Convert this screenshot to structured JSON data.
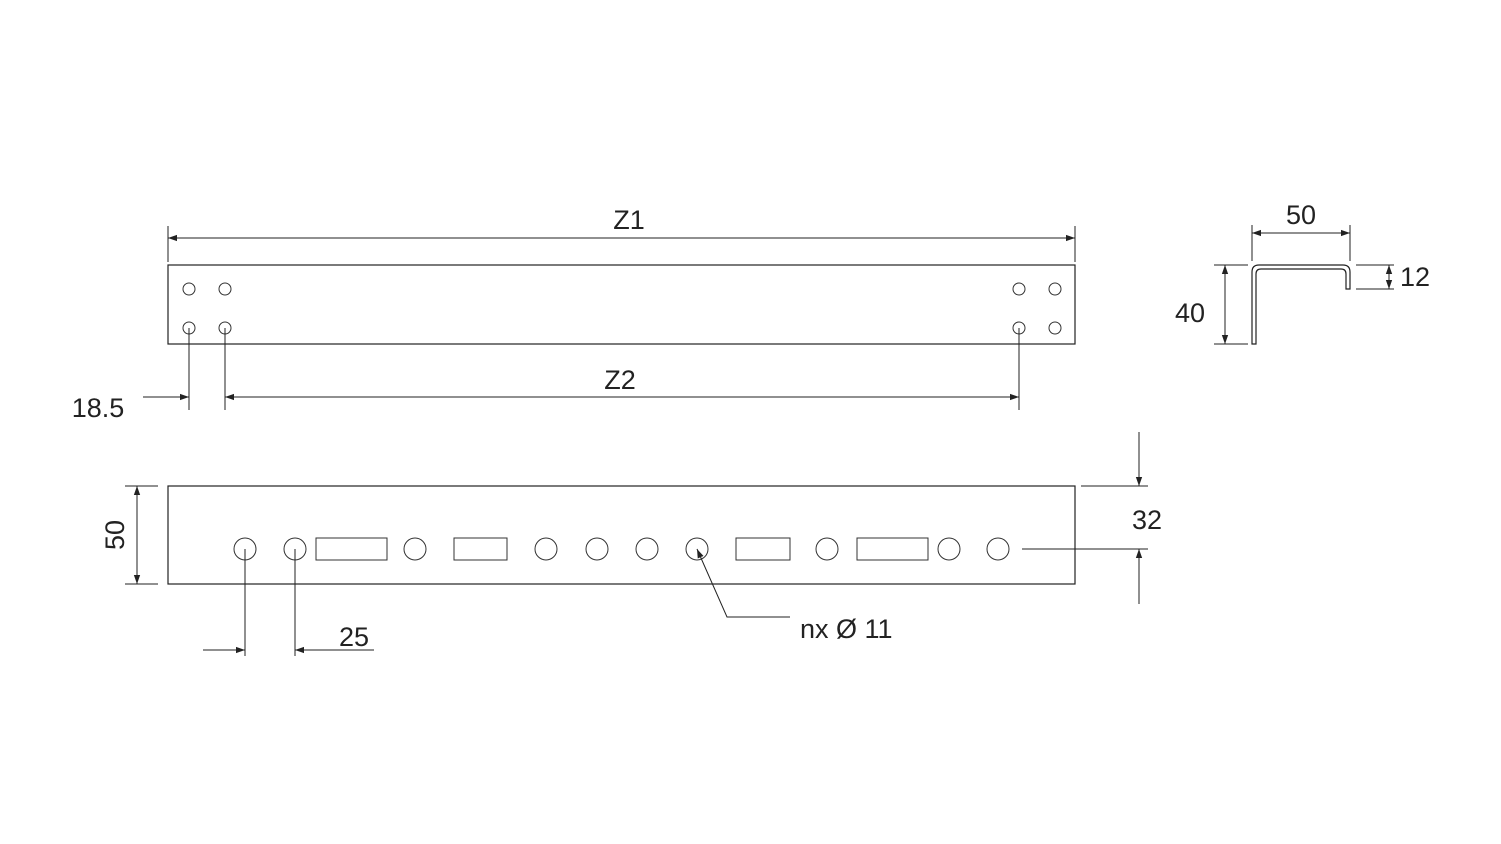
{
  "dimensions": {
    "overall_length": "Z1",
    "hole_span": "Z2",
    "edge_offset": "18.5",
    "front_height": "50",
    "hole_pitch": "25",
    "hole_callout": "nx Ø 11",
    "hole_height": "32",
    "profile_width": "50",
    "profile_height": "40",
    "lip_height": "12"
  },
  "colors": {
    "line": "#222222",
    "background": "#ffffff"
  }
}
